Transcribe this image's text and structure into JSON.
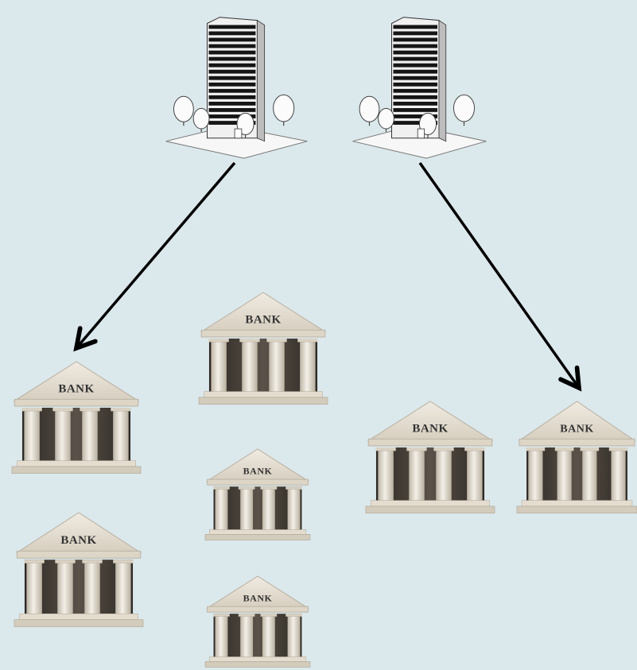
{
  "colors": {
    "background": "#dbe8ec",
    "arrow": "#000000",
    "bank_roof": "#e6dfd2",
    "bank_column": "#efeae0",
    "bank_shadow": "#3f3a33",
    "bank_base": "#cfc7b8",
    "tower_window": "#151515",
    "tower_body": "#f2f2f2"
  },
  "diagram": {
    "nodes": [
      {
        "id": "tower-left",
        "type": "office-building-icon"
      },
      {
        "id": "tower-right",
        "type": "office-building-icon"
      },
      {
        "id": "bank-1",
        "type": "bank-icon",
        "label": "BANK"
      },
      {
        "id": "bank-2",
        "type": "bank-icon",
        "label": "BANK"
      },
      {
        "id": "bank-3",
        "type": "bank-icon",
        "label": "BANK"
      },
      {
        "id": "bank-4",
        "type": "bank-icon",
        "label": "BANK"
      },
      {
        "id": "bank-5",
        "type": "bank-icon",
        "label": "BANK"
      },
      {
        "id": "bank-6",
        "type": "bank-icon",
        "label": "BANK"
      },
      {
        "id": "bank-7",
        "type": "bank-icon",
        "label": "BANK"
      }
    ],
    "edges": [
      {
        "from": "tower-left",
        "to": "bank-1"
      },
      {
        "from": "tower-right",
        "to": "bank-7"
      }
    ]
  }
}
